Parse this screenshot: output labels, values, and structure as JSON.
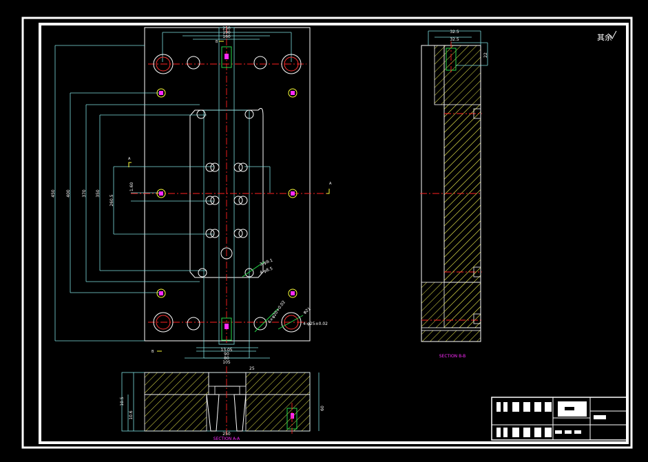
{
  "drawing": {
    "header_mark": "其余",
    "section_b_label": "SECTION B-B",
    "section_a_label": "SECTION A-A",
    "colors": {
      "background": "#000000",
      "frame": "#ffffff",
      "outline": "#ffffff",
      "cyan_line": "#7fdfe0",
      "center_line": "#ff2020",
      "hatch": "#e6e64c",
      "green": "#25d84a",
      "magenta": "#ff2bff",
      "yellow": "#ffff3a"
    }
  },
  "plan_view": {
    "top_dims": [
      "250",
      "190",
      "160"
    ],
    "left_dims": [
      "450",
      "400",
      "370",
      "350",
      "260.5"
    ],
    "bottom_dims": [
      "13.05",
      "90",
      "80",
      "105"
    ],
    "callouts": {
      "hole_a": "3-φ9.1",
      "hole_b": "4-φ8.5",
      "tol_a": "6×φ20+0.02",
      "tol_b": "4-φ25±0.02",
      "small_a": "φ21",
      "small_b": "1.60"
    },
    "section_markers": [
      "A",
      "A",
      "B",
      "B"
    ]
  },
  "side_view": {
    "top_dims": [
      "32.5",
      "32.5",
      "22"
    ]
  },
  "bottom_view": {
    "dims": [
      "250",
      "25",
      "60",
      "10.5",
      "10.6"
    ]
  },
  "title_block": {
    "placeholder_rows": 6
  }
}
